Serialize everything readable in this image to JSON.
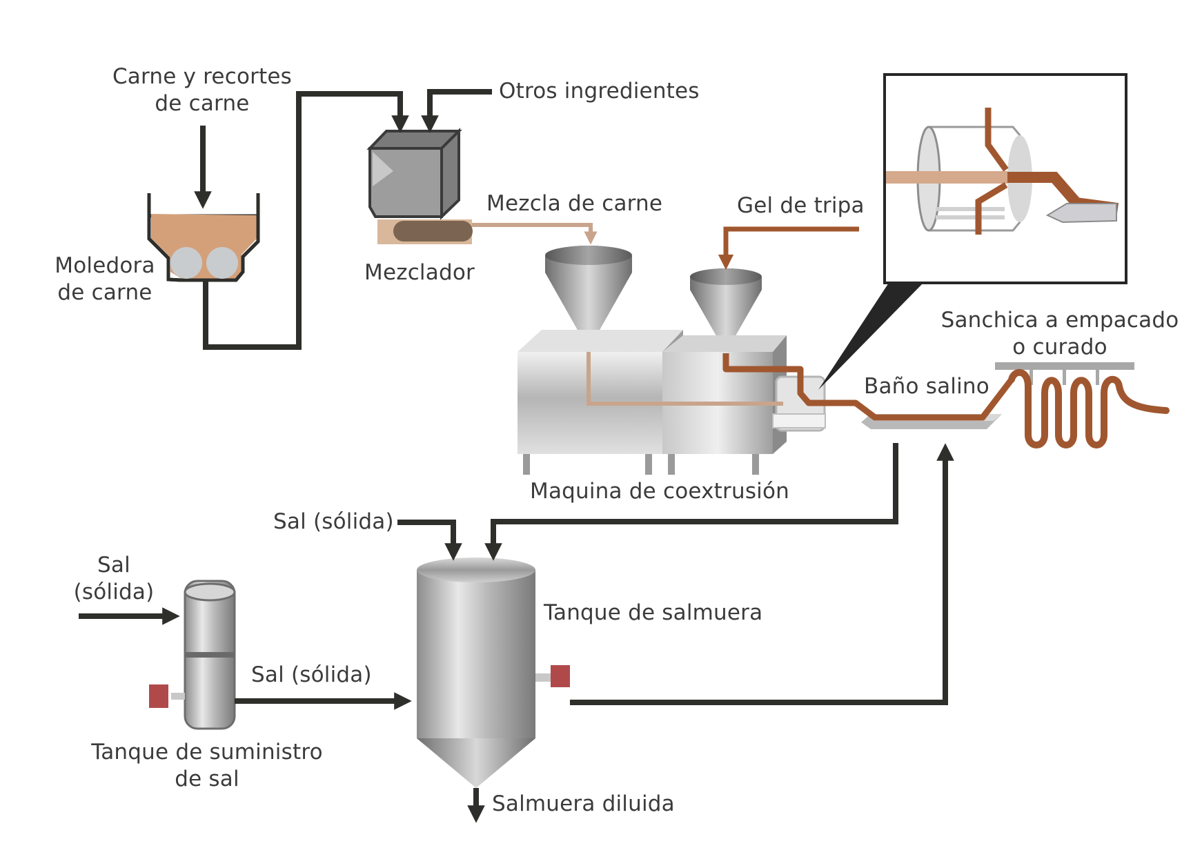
{
  "labels": {
    "meat_in_1": "Carne y recortes",
    "meat_in_2": "de carne",
    "other_ingredients": "Otros ingredientes",
    "meat_mix": "Mezcla de carne",
    "casing_gel": "Gel de tripa",
    "grinder_1": "Moledora",
    "grinder_2": "de carne",
    "mixer": "Mezclador",
    "coextrusion_machine": "Maquina de coextrusión",
    "brine_bath": "Baño salino",
    "output_1": "Sanchica a empacado",
    "output_2": "o curado",
    "salt_solid_top": "Sal (sólida)",
    "salt_in_1": "Sal",
    "salt_in_2": "(sólida)",
    "salt_solid_mid": "Sal (sólida)",
    "brine_tank": "Tanque de salmuera",
    "salt_tank_1": "Tanque de suministro",
    "salt_tank_2": "de sal",
    "diluted_brine": "Salmuera diluida"
  },
  "colors": {
    "pipe": "#2e2e2b",
    "meat": "#c9a48c",
    "casing": "#a0572f",
    "hopper_meat": "#d4a07a",
    "valve": "#b04a4a",
    "text": "#3b3b3b"
  }
}
